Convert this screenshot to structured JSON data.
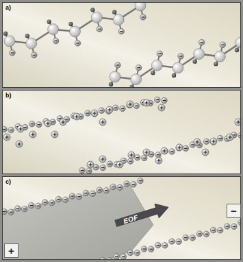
{
  "diagram": {
    "nodes": [
      {
        "text": [
          "a)"
        ]
      },
      {
        "text": [
          "b)"
        ]
      },
      {
        "text": [
          "c)"
        ]
      },
      {
        "text": [
          "EOF"
        ],
        "in": 2
      },
      {
        "text": [
          "−"
        ],
        "in": 2
      },
      {
        "text": [
          "+"
        ],
        "in": 2
      }
    ]
  }
}
